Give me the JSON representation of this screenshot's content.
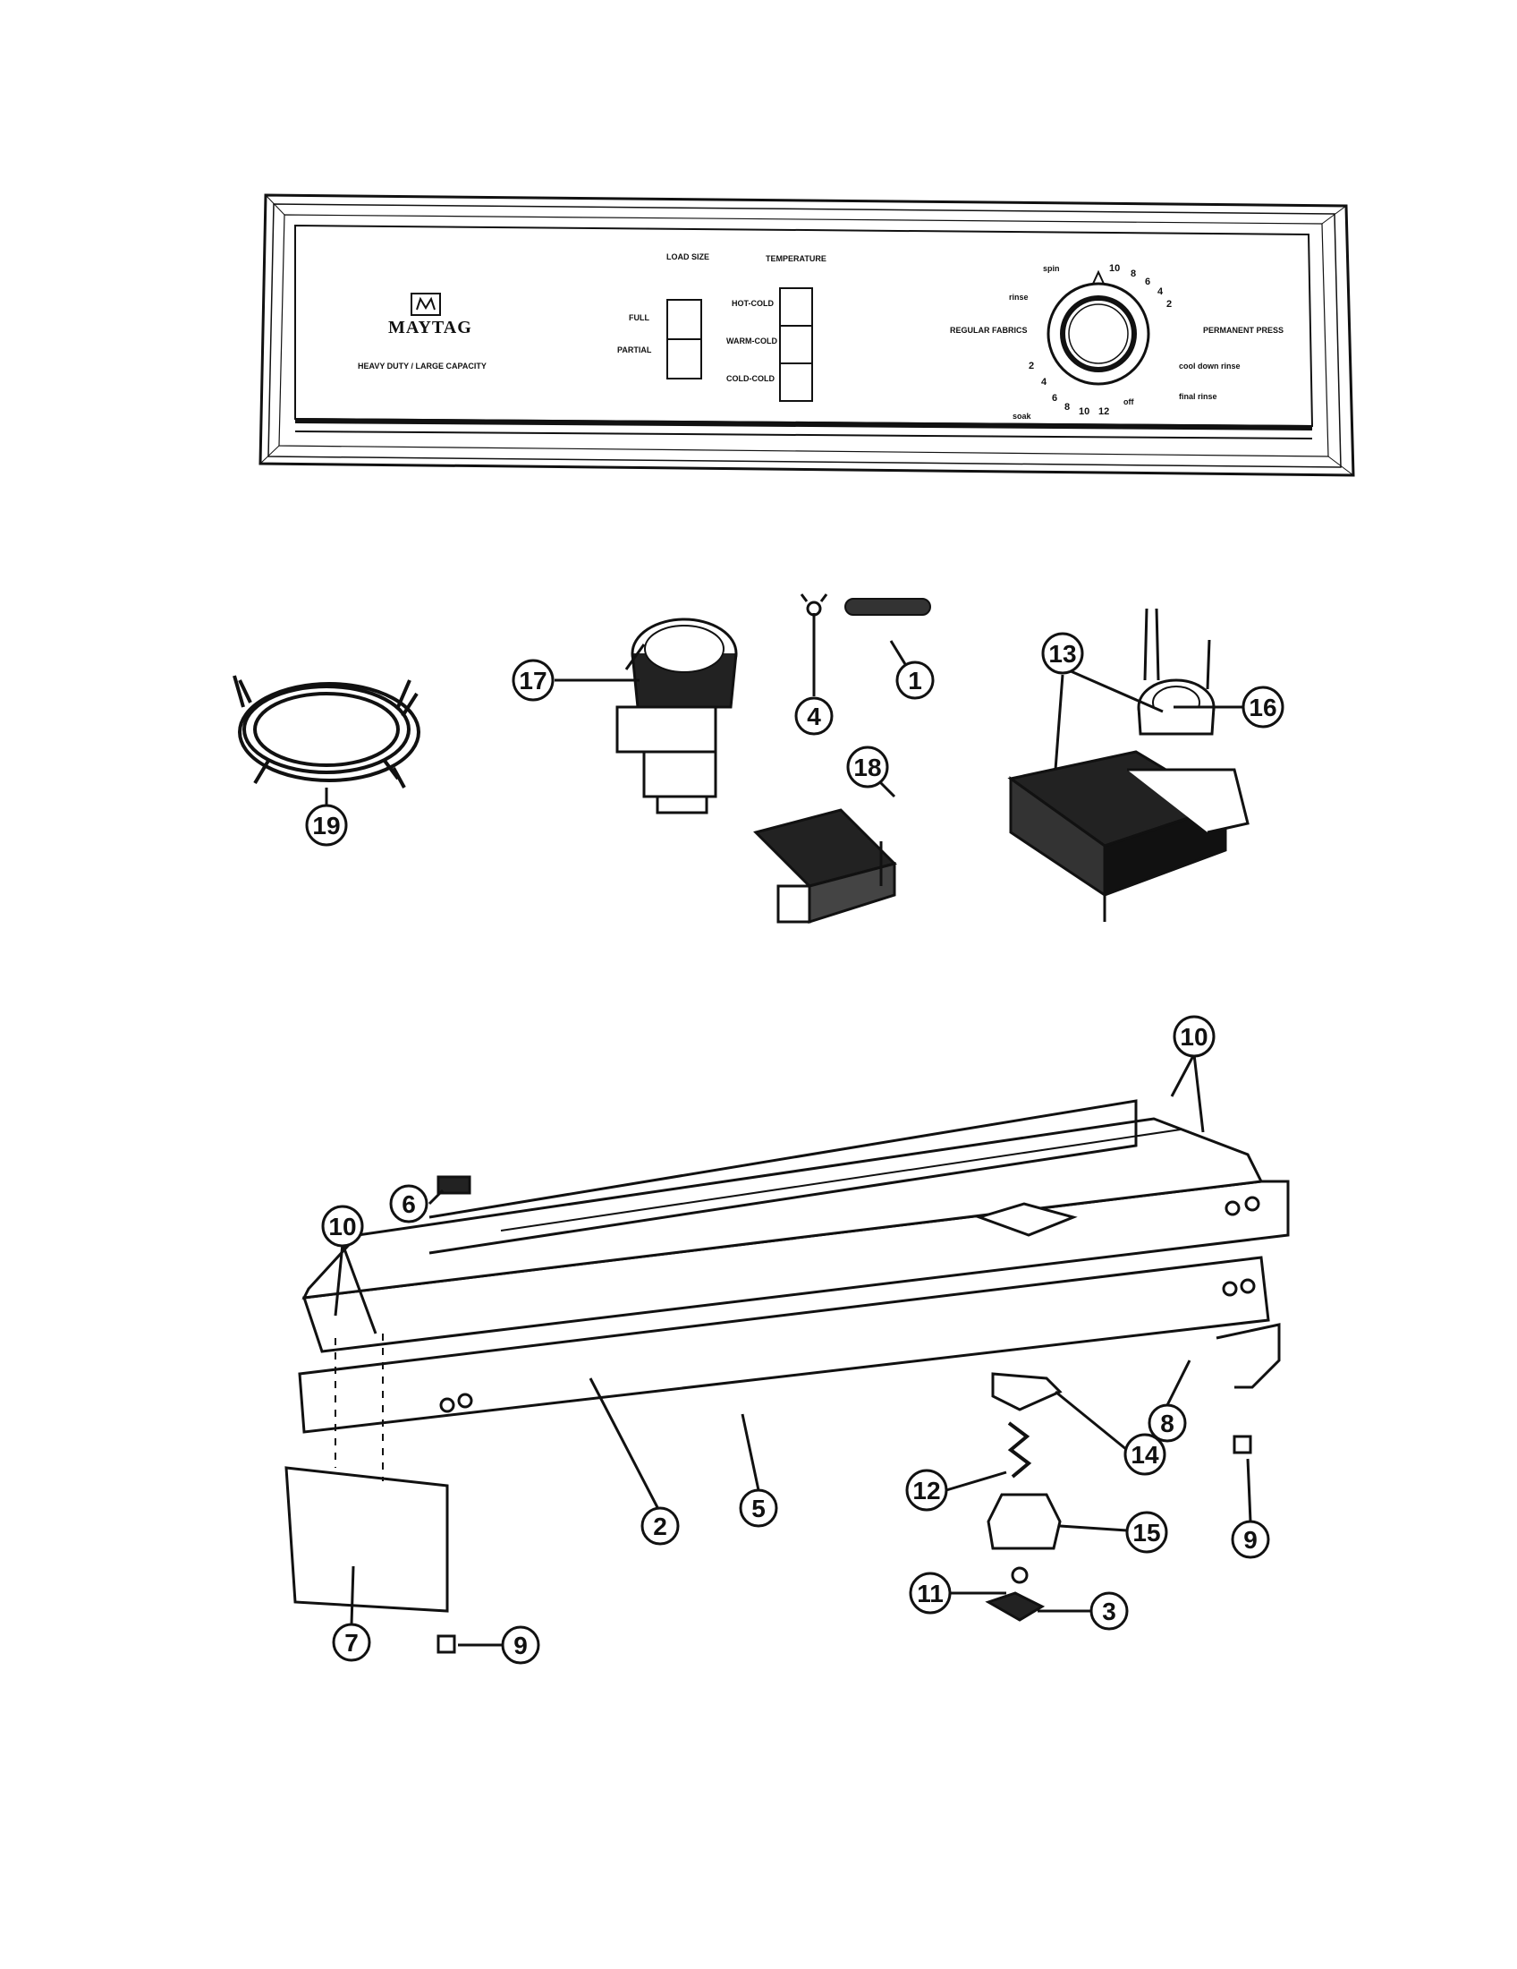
{
  "console": {
    "brand": "MAYTAG",
    "model_line": "HEAVY DUTY / LARGE CAPACITY",
    "load_size_label": "LOAD SIZE",
    "load_full": "FULL",
    "load_partial": "PARTIAL",
    "temperature_label": "TEMPERATURE",
    "temp_hot_cold": "HOT-COLD",
    "temp_warm_cold": "WARM-COLD",
    "temp_cold_cold": "COLD-COLD",
    "regular_fabrics": "REGULAR FABRICS",
    "permanent_press": "PERMANENT PRESS",
    "dial_spin": "spin",
    "dial_rinse": "rinse",
    "dial_soak": "soak",
    "dial_cool_down": "cool down rinse",
    "dial_final_rinse": "final rinse",
    "dial_off": "off",
    "dial_numbers_top": [
      "10",
      "8",
      "6",
      "4",
      "2"
    ],
    "dial_numbers_bottom": [
      "2",
      "4",
      "6",
      "8",
      "10",
      "12"
    ]
  },
  "callouts": [
    "1",
    "2",
    "3",
    "4",
    "5",
    "6",
    "7",
    "8",
    "9",
    "9",
    "10",
    "10",
    "11",
    "12",
    "13",
    "14",
    "15",
    "16",
    "17",
    "18",
    "19"
  ]
}
